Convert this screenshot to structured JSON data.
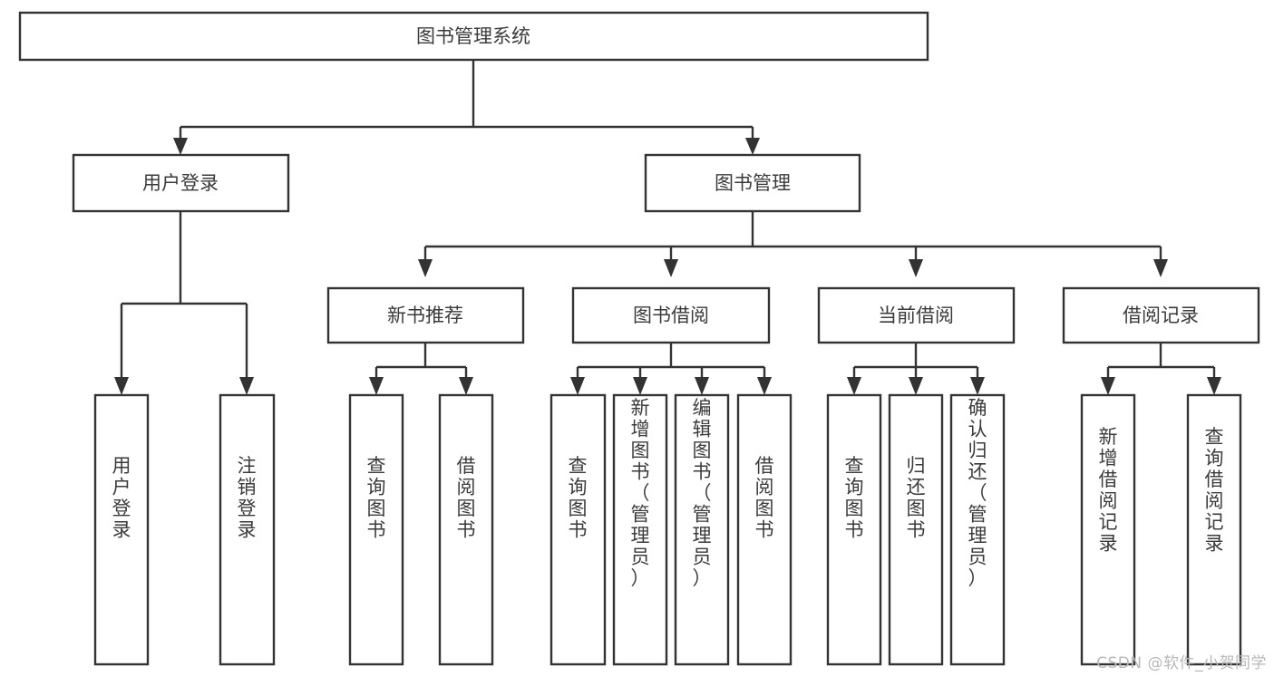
{
  "diagram": {
    "type": "tree-hierarchy-chart",
    "title": "图书管理系统",
    "watermark": "CSDN @软件_小贺同学",
    "colors": {
      "stroke": "#333333",
      "fill": "#ffffff",
      "text": "#3b3b3b",
      "watermark": "#b8b8b8"
    },
    "levels": [
      {
        "level": 1,
        "nodes": [
          {
            "id": "root",
            "label": "图书管理系统",
            "orientation": "horizontal"
          }
        ]
      },
      {
        "level": 2,
        "nodes": [
          {
            "id": "login",
            "label": "用户登录",
            "orientation": "horizontal",
            "parent": "root"
          },
          {
            "id": "bookmgmt",
            "label": "图书管理",
            "orientation": "horizontal",
            "parent": "root"
          }
        ]
      },
      {
        "level": 3,
        "nodes": [
          {
            "id": "newbook",
            "label": "新书推荐",
            "orientation": "horizontal",
            "parent": "bookmgmt"
          },
          {
            "id": "borrow",
            "label": "图书借阅",
            "orientation": "horizontal",
            "parent": "bookmgmt"
          },
          {
            "id": "current",
            "label": "当前借阅",
            "orientation": "horizontal",
            "parent": "bookmgmt"
          },
          {
            "id": "record",
            "label": "借阅记录",
            "orientation": "horizontal",
            "parent": "bookmgmt"
          }
        ]
      },
      {
        "level": 4,
        "nodes": [
          {
            "id": "leaf-user-login",
            "label": "用户登录",
            "orientation": "vertical",
            "parent": "login"
          },
          {
            "id": "leaf-user-logout",
            "label": "注销登录",
            "orientation": "vertical",
            "parent": "login"
          },
          {
            "id": "leaf-newbook-query",
            "label": "查询图书",
            "orientation": "vertical",
            "parent": "newbook"
          },
          {
            "id": "leaf-newbook-borrow",
            "label": "借阅图书",
            "orientation": "vertical",
            "parent": "newbook"
          },
          {
            "id": "leaf-borrow-query",
            "label": "查询图书",
            "orientation": "vertical",
            "parent": "borrow"
          },
          {
            "id": "leaf-borrow-add",
            "label": "新增图书（管理员）",
            "orientation": "vertical",
            "parent": "borrow"
          },
          {
            "id": "leaf-borrow-edit",
            "label": "编辑图书（管理员）",
            "orientation": "vertical",
            "parent": "borrow"
          },
          {
            "id": "leaf-borrow-lend",
            "label": "借阅图书",
            "orientation": "vertical",
            "parent": "borrow"
          },
          {
            "id": "leaf-current-query",
            "label": "查询图书",
            "orientation": "vertical",
            "parent": "current"
          },
          {
            "id": "leaf-current-return",
            "label": "归还图书",
            "orientation": "vertical",
            "parent": "current"
          },
          {
            "id": "leaf-current-confirm",
            "label": "确认归还（管理员）",
            "orientation": "vertical",
            "parent": "current"
          },
          {
            "id": "leaf-record-add",
            "label": "新增借阅记录",
            "orientation": "vertical",
            "parent": "record"
          },
          {
            "id": "leaf-record-query",
            "label": "查询借阅记录",
            "orientation": "vertical",
            "parent": "record"
          }
        ]
      }
    ]
  }
}
